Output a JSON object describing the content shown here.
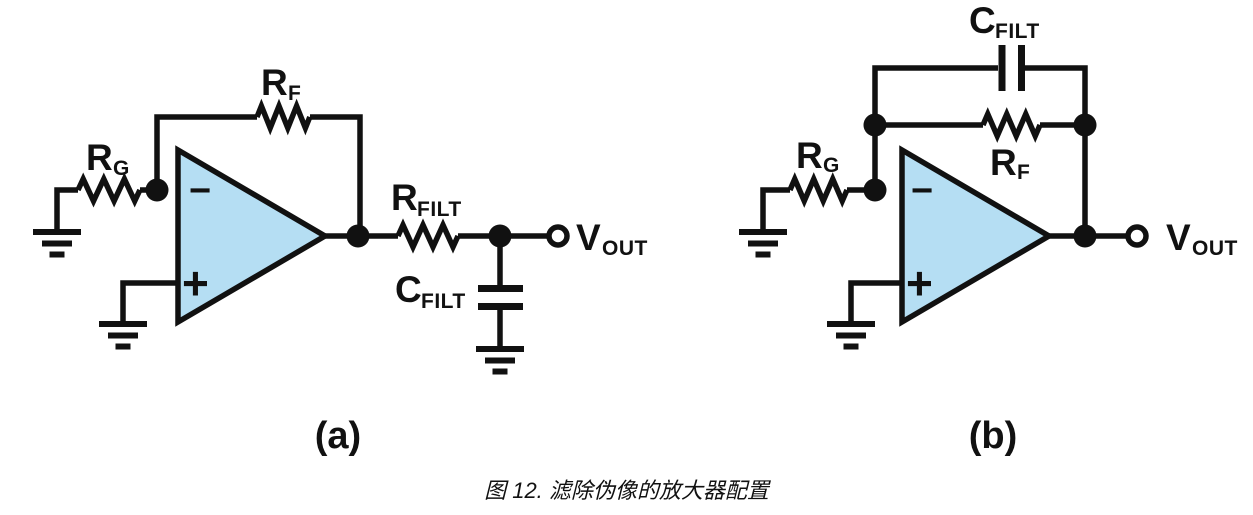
{
  "figure": {
    "caption": "图 12. 滤除伪像的放大器配置",
    "panel_a": "(a)",
    "panel_b": "(b)"
  },
  "colors": {
    "line": "#111111",
    "opamp_fill": "#B5DEF3",
    "background": "#FFFFFF"
  },
  "circuit_a": {
    "rg": {
      "main": "R",
      "sub": "G"
    },
    "rf": {
      "main": "R",
      "sub": "F"
    },
    "rfilt": {
      "main": "R",
      "sub": "FILT"
    },
    "cfilt": {
      "main": "C",
      "sub": "FILT"
    },
    "vout": {
      "main": "V",
      "sub": "OUT"
    },
    "opamp": {
      "inverting": "−",
      "noninverting": "+"
    }
  },
  "circuit_b": {
    "rg": {
      "main": "R",
      "sub": "G"
    },
    "rf": {
      "main": "R",
      "sub": "F"
    },
    "cfilt": {
      "main": "C",
      "sub": "FILT"
    },
    "vout": {
      "main": "V",
      "sub": "OUT"
    },
    "opamp": {
      "inverting": "−",
      "noninverting": "+"
    }
  }
}
